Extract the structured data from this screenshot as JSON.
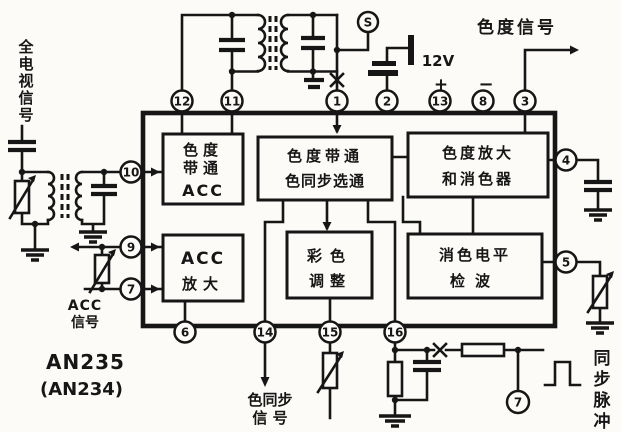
{
  "part": {
    "name": "AN235",
    "alt_name": "(AN234)"
  },
  "ic": {
    "blocks": [
      {
        "id": "chroma-bandpass-acc",
        "lines": [
          "色度",
          "带通",
          "ACC"
        ]
      },
      {
        "id": "chroma-bandpass-burst-gate",
        "lines": [
          "色度带通",
          "色同步选通"
        ]
      },
      {
        "id": "chroma-amp-color-killer",
        "lines": [
          "色度放大",
          "和消色器"
        ]
      },
      {
        "id": "acc-amplifier",
        "lines": [
          "ACC",
          "放大"
        ]
      },
      {
        "id": "color-adjust",
        "lines": [
          "彩色",
          "调整"
        ]
      },
      {
        "id": "killer-level-detector",
        "lines": [
          "消色电平",
          "检波"
        ]
      }
    ],
    "pins_top": [
      "12",
      "11",
      "1",
      "2",
      "13",
      "8",
      "3"
    ],
    "pins_left": [
      "10",
      "9",
      "7"
    ],
    "pins_bottom": [
      "6",
      "14",
      "15",
      "16"
    ],
    "pins_right": [
      "4",
      "5"
    ],
    "switch_label": "S",
    "sync_input_pin": "7"
  },
  "labels": {
    "composite_video_chars": [
      "全",
      "电",
      "视",
      "信",
      "号"
    ],
    "chroma_signal": "色度信号",
    "supply": {
      "voltage": "12V",
      "plus": "+",
      "minus": "−"
    },
    "acc_signal": [
      "ACC",
      "信号"
    ],
    "burst_signal": [
      "色同步",
      "信 号"
    ],
    "sync_pulse_chars": [
      "同",
      "步",
      "脉",
      "冲"
    ]
  },
  "colors": {
    "ink": "#161616",
    "paper": "#fcfbf7"
  }
}
